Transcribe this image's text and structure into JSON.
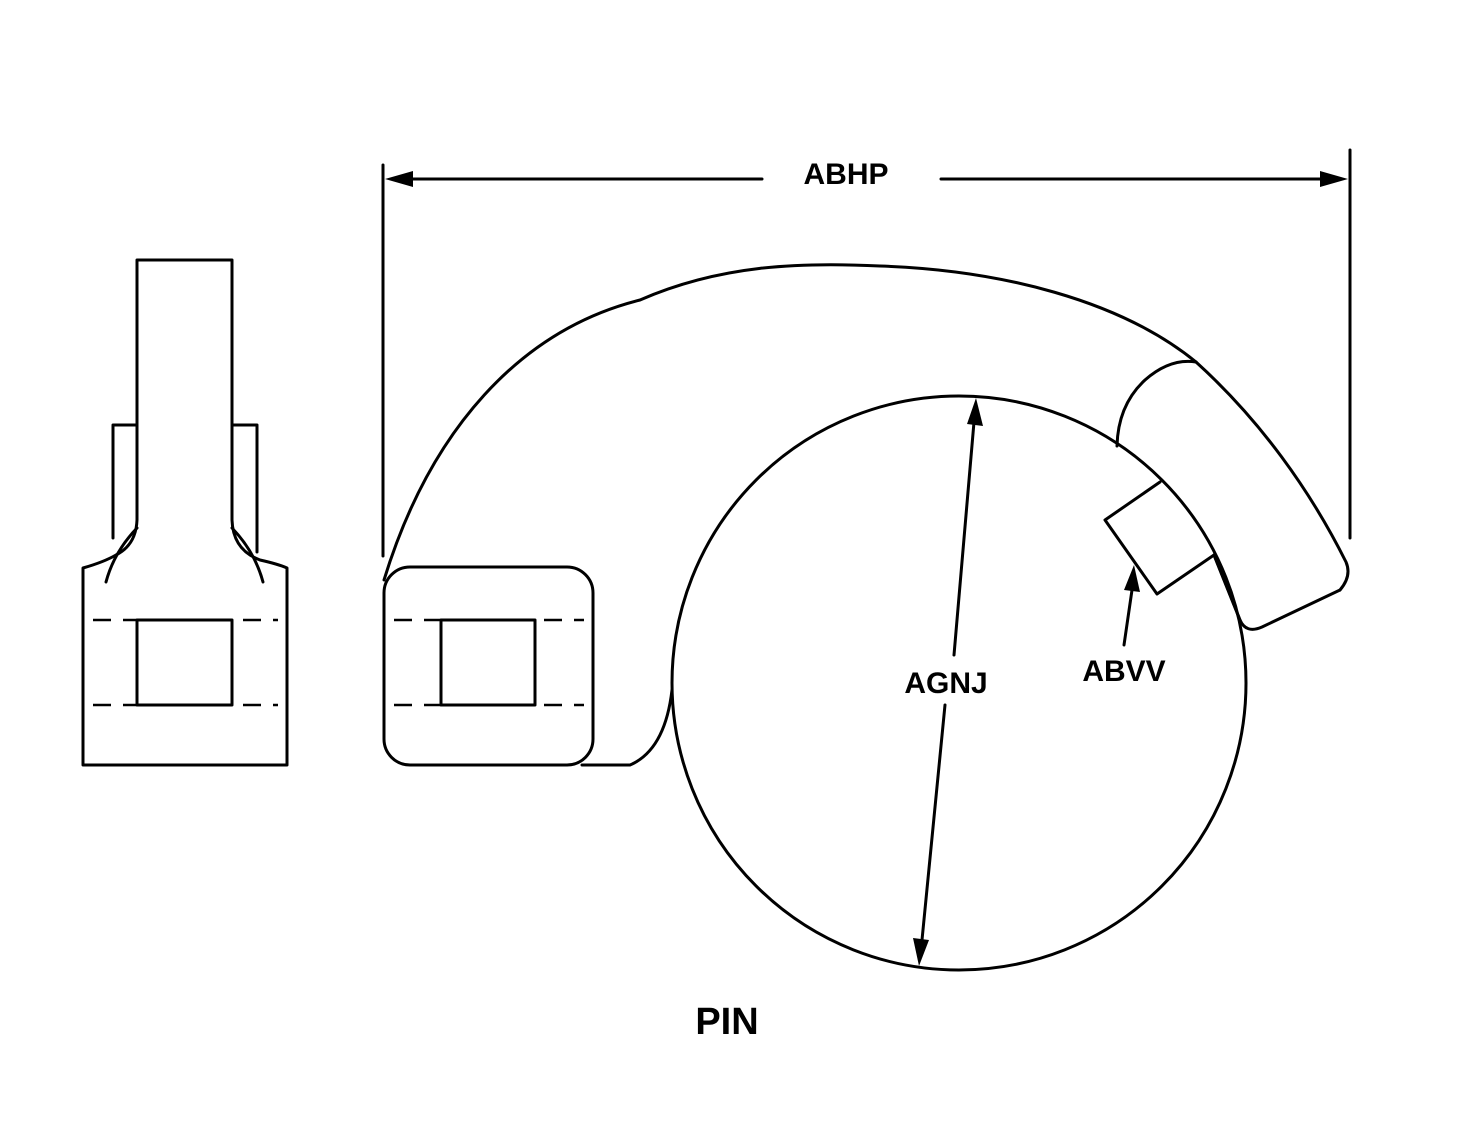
{
  "labels": {
    "overall_length": "ABHP",
    "diameter": "AGNJ",
    "clip_width": "ABVV"
  },
  "title": "PIN",
  "colors": {
    "line": "#000000",
    "background": "#ffffff"
  }
}
